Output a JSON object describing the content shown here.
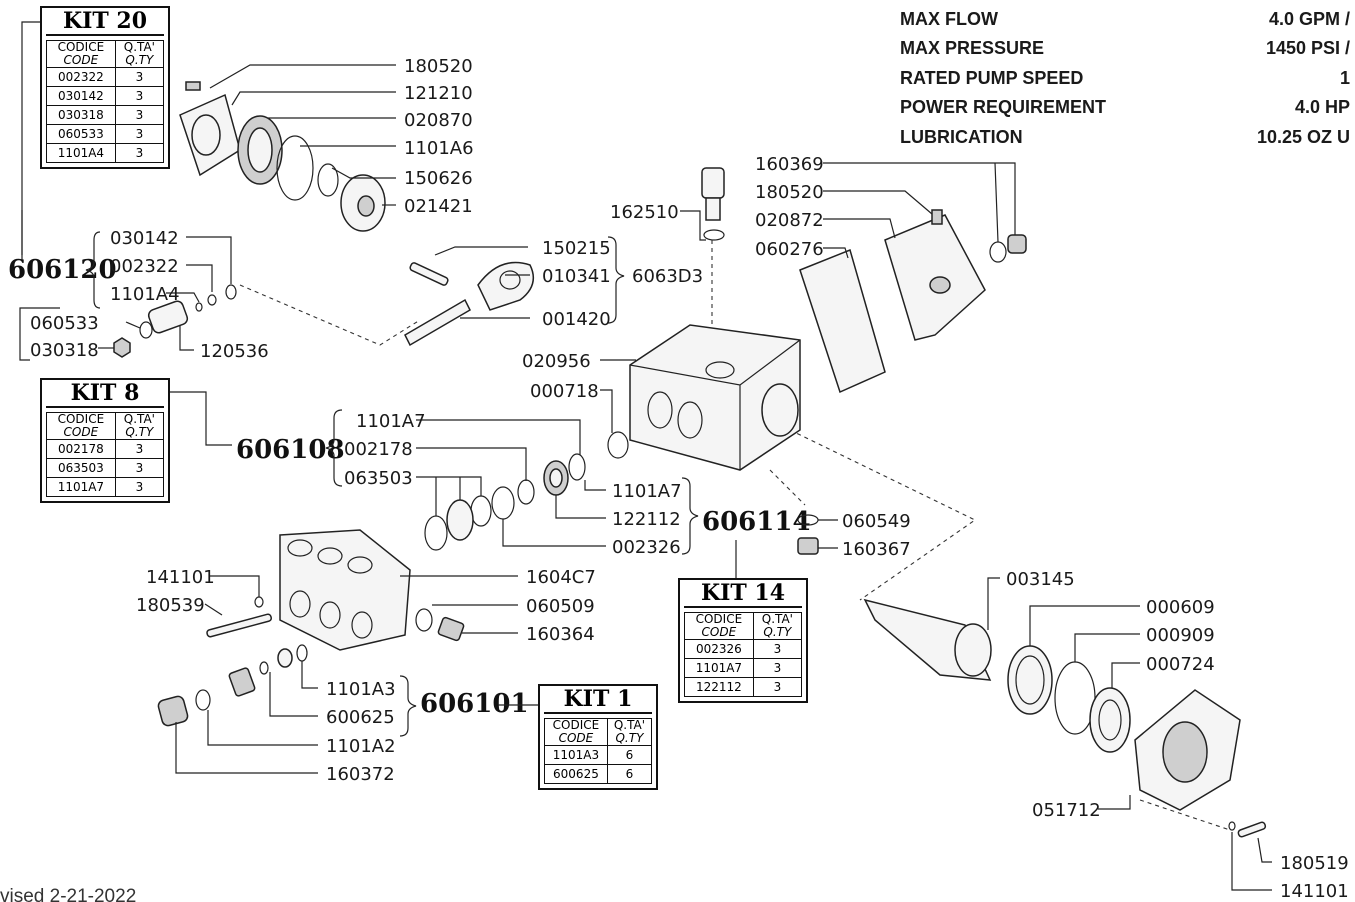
{
  "specs": {
    "rows": [
      {
        "label": "MAX FLOW",
        "value": "4.0 GPM /"
      },
      {
        "label": "MAX PRESSURE",
        "value": "1450 PSI /"
      },
      {
        "label": "RATED PUMP SPEED",
        "value": "1"
      },
      {
        "label": "POWER REQUIREMENT",
        "value": "4.0 HP"
      },
      {
        "label": "LUBRICATION",
        "value": "10.25 OZ U"
      }
    ]
  },
  "kits": [
    {
      "id": "kit20",
      "title": "KIT 20",
      "header_code": "CODICE",
      "header_code_en": "CODE",
      "header_qty": "Q.TA'",
      "header_qty_en": "Q.TY",
      "rows": [
        [
          "002322",
          "3"
        ],
        [
          "030142",
          "3"
        ],
        [
          "030318",
          "3"
        ],
        [
          "060533",
          "3"
        ],
        [
          "1101A4",
          "3"
        ]
      ]
    },
    {
      "id": "kit8",
      "title": "KIT 8",
      "header_code": "CODICE",
      "header_code_en": "CODE",
      "header_qty": "Q.TA'",
      "header_qty_en": "Q.TY",
      "rows": [
        [
          "002178",
          "3"
        ],
        [
          "063503",
          "3"
        ],
        [
          "1101A7",
          "3"
        ]
      ]
    },
    {
      "id": "kit14",
      "title": "KIT 14",
      "header_code": "CODICE",
      "header_code_en": "CODE",
      "header_qty": "Q.TA'",
      "header_qty_en": "Q.TY",
      "rows": [
        [
          "002326",
          "3"
        ],
        [
          "1101A7",
          "3"
        ],
        [
          "122112",
          "3"
        ]
      ]
    },
    {
      "id": "kit1",
      "title": "KIT 1",
      "header_code": "CODICE",
      "header_code_en": "CODE",
      "header_qty": "Q.TA'",
      "header_qty_en": "Q.TY",
      "rows": [
        [
          "1101A3",
          "6"
        ],
        [
          "600625",
          "6"
        ]
      ]
    }
  ],
  "kit_numbers": {
    "k606120": "606120",
    "k606108": "606108",
    "k606114": "606114",
    "k606101": "606101"
  },
  "part_labels": {
    "p180520a": "180520",
    "p121210": "121210",
    "p020870": "020870",
    "p1101A6": "1101A6",
    "p150626": "150626",
    "p021421": "021421",
    "p030142": "030142",
    "p002322": "002322",
    "p1101A4": "1101A4",
    "p060533": "060533",
    "p030318": "030318",
    "p120536": "120536",
    "p150215": "150215",
    "p010341": "010341",
    "p6063D3": "6063D3",
    "p001420": "001420",
    "p162510": "162510",
    "p160369": "160369",
    "p180520b": "180520",
    "p020872": "020872",
    "p060276": "060276",
    "p020956": "020956",
    "p000718": "000718",
    "p1101A7a": "1101A7",
    "p002178": "002178",
    "p063503": "063503",
    "p1101A7b": "1101A7",
    "p122112": "122112",
    "p002326": "002326",
    "p060549": "060549",
    "p160367": "160367",
    "p141101a": "141101",
    "p180539": "180539",
    "p1604C7": "1604C7",
    "p060509": "060509",
    "p160364": "160364",
    "p1101A3": "1101A3",
    "p600625": "600625",
    "p1101A2": "1101A2",
    "p160372": "160372",
    "p003145": "003145",
    "p000609": "000609",
    "p000909": "000909",
    "p000724": "000724",
    "p051712": "051712",
    "p180519": "180519",
    "p141101b": "141101"
  },
  "footer": {
    "revised": "vised 2-21-2022"
  }
}
